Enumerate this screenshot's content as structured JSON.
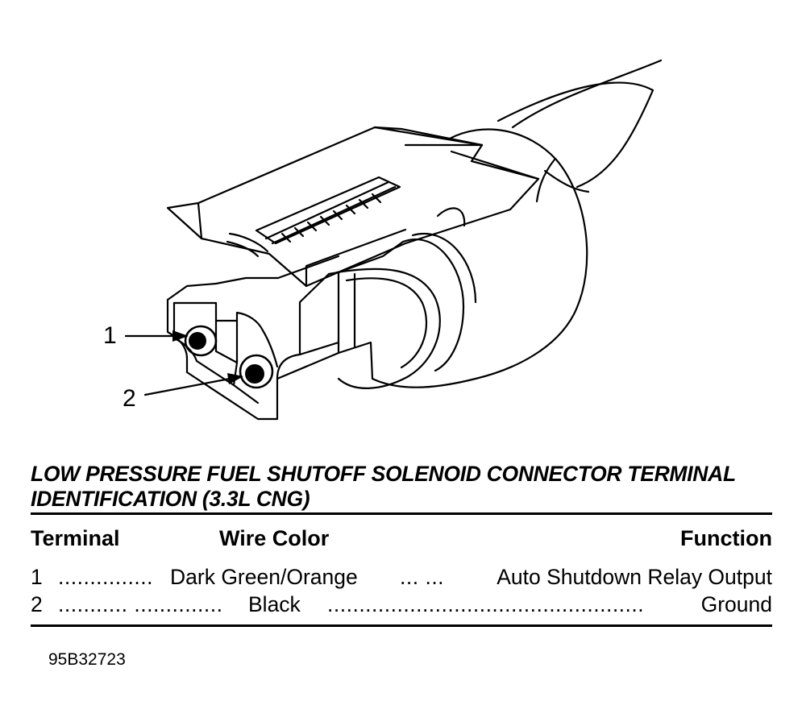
{
  "callouts": {
    "terminal_1": "1",
    "terminal_2": "2"
  },
  "title": {
    "line1": "LOW PRESSURE FUEL SHUTOFF SOLENOID CONNECTOR TERMINAL",
    "line2": "IDENTIFICATION (3.3L CNG)"
  },
  "table": {
    "headers": {
      "terminal": "Terminal",
      "wire_color": "Wire Color",
      "function": "Function"
    },
    "rows": [
      {
        "terminal": "1",
        "leader_a": "...............",
        "wire_color": "Dark Green/Orange",
        "leader_b": "... ...",
        "function": "Auto Shutdown Relay Output"
      },
      {
        "terminal": "2",
        "leader_a": "........... ..............",
        "wire_color": "Black",
        "leader_b": "..................................................",
        "function": "Ground"
      }
    ]
  },
  "figure_id": "95B32723"
}
